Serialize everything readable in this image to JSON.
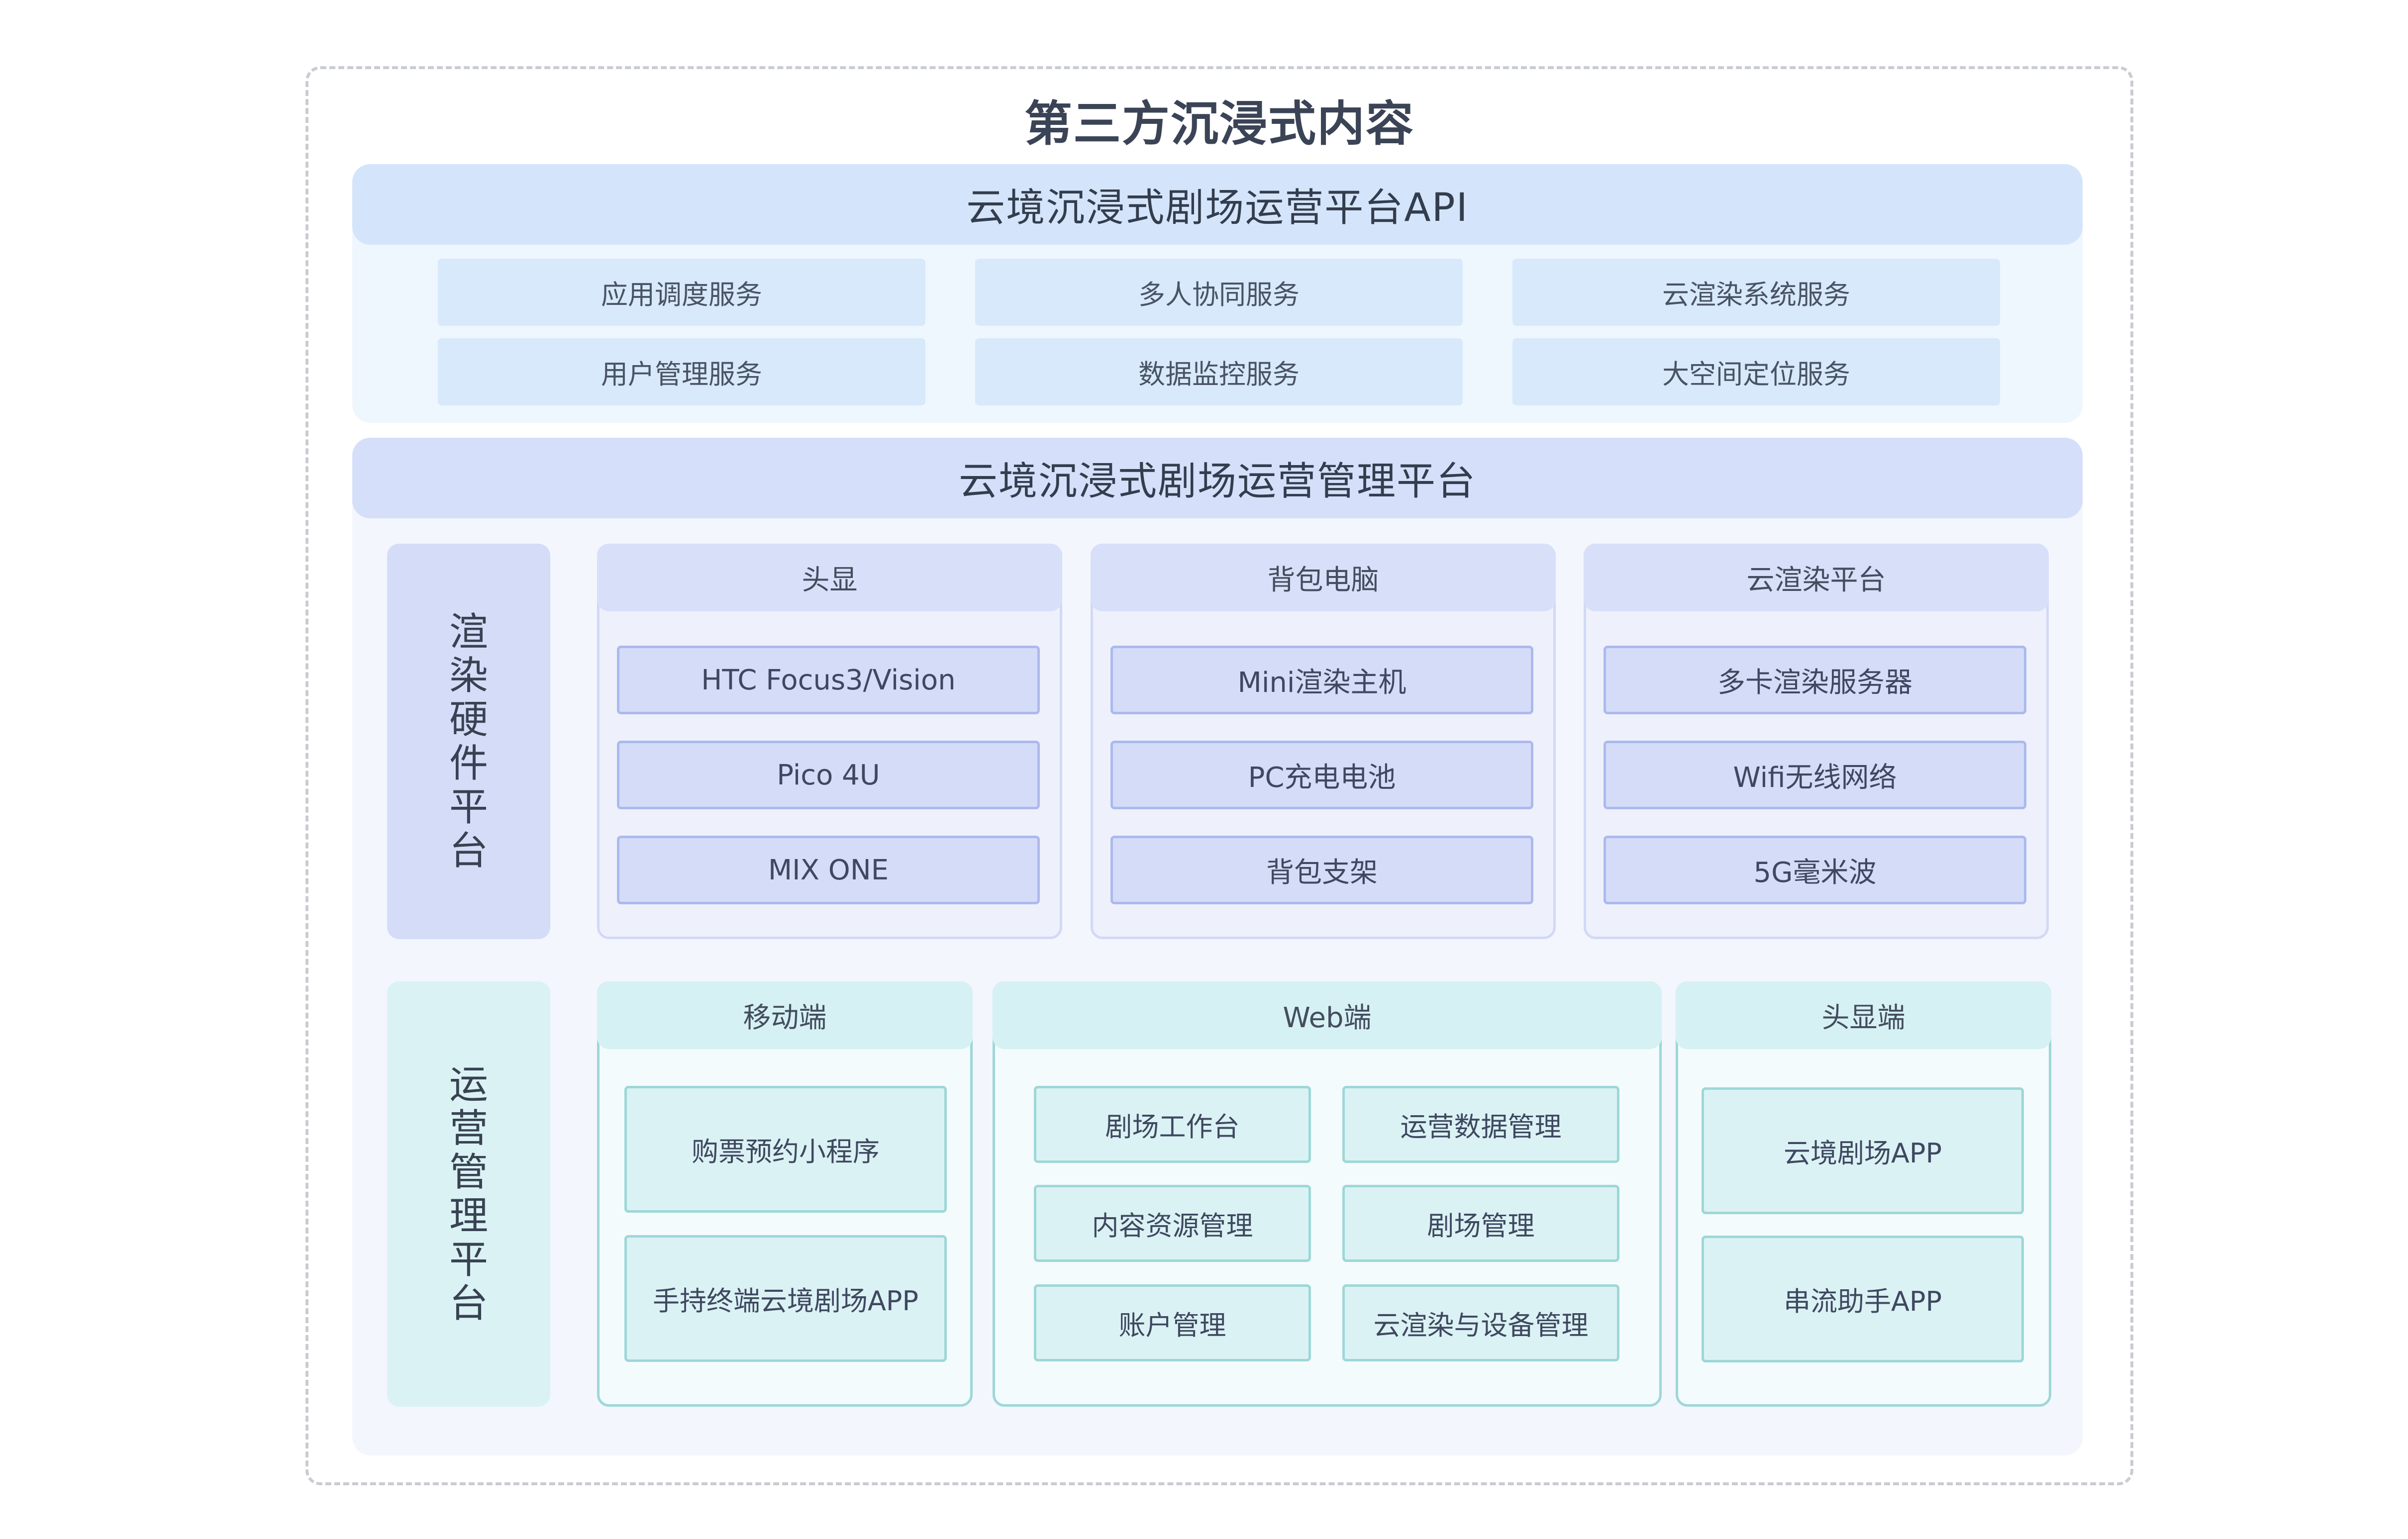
{
  "title": "第三方沉浸式内容",
  "api": {
    "title": "云境沉浸式剧场运营平台API",
    "services": [
      "应用调度服务",
      "多人协同服务",
      "云渲染系统服务",
      "用户管理服务",
      "数据监控服务",
      "大空间定位服务"
    ]
  },
  "management": {
    "title": "云境沉浸式剧场运营管理平台",
    "hardware": {
      "label": "渲染硬件平台",
      "groups": [
        {
          "title": "头显",
          "items": [
            "HTC Focus3/Vision",
            "Pico 4U",
            "MIX ONE"
          ]
        },
        {
          "title": "背包电脑",
          "items": [
            "Mini渲染主机",
            "PC充电电池",
            "背包支架"
          ]
        },
        {
          "title": "云渲染平台",
          "items": [
            "多卡渲染服务器",
            "Wifi无线网络",
            "5G毫米波"
          ]
        }
      ]
    },
    "operations": {
      "label": "运营管理平台",
      "groups": [
        {
          "title": "移动端",
          "items": [
            "购票预约小程序",
            "手持终端云境剧场APP"
          ]
        },
        {
          "title": "Web端",
          "items": [
            "剧场工作台",
            "运营数据管理",
            "内容资源管理",
            "剧场管理",
            "账户管理",
            "云渲染与设备管理"
          ]
        },
        {
          "title": "头显端",
          "items": [
            "云境剧场APP",
            "串流助手APP"
          ]
        }
      ]
    }
  },
  "colors": {
    "api_header": "#d4e5fb",
    "hardware_accent": "#d4dcf8",
    "operations_accent": "#dbf2f4",
    "outer_border": "#c9ccd1"
  }
}
